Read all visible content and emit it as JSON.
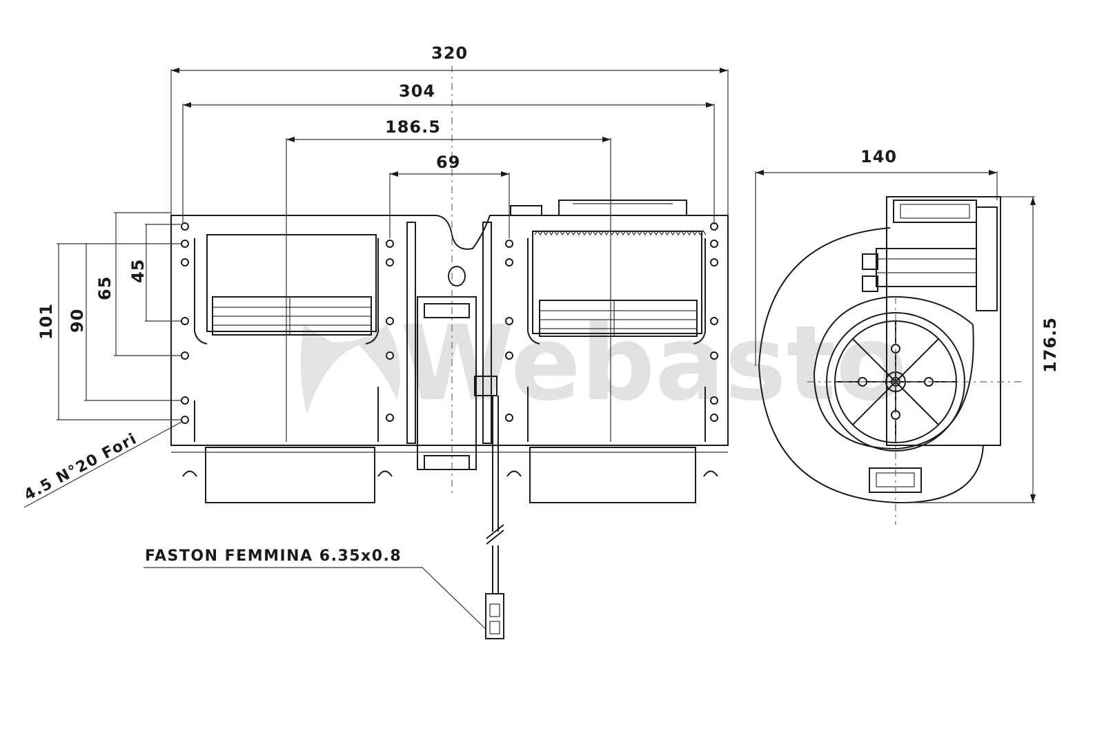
{
  "drawing": {
    "dimensions": {
      "overall_width": "320",
      "mount_hole_span": "304",
      "outer_outlet_span": "186.5",
      "inner_hole_span": "69",
      "hole_row_45": "45",
      "hole_row_65": "65",
      "hole_row_90": "90",
      "hole_row_101": "101",
      "side_width": "140",
      "side_height": "176.5"
    },
    "callouts": {
      "holes": "4.5 N°20 Fori",
      "connector": "FASTON FEMMINA 6.35x0.8"
    },
    "watermark": "Webasto"
  }
}
